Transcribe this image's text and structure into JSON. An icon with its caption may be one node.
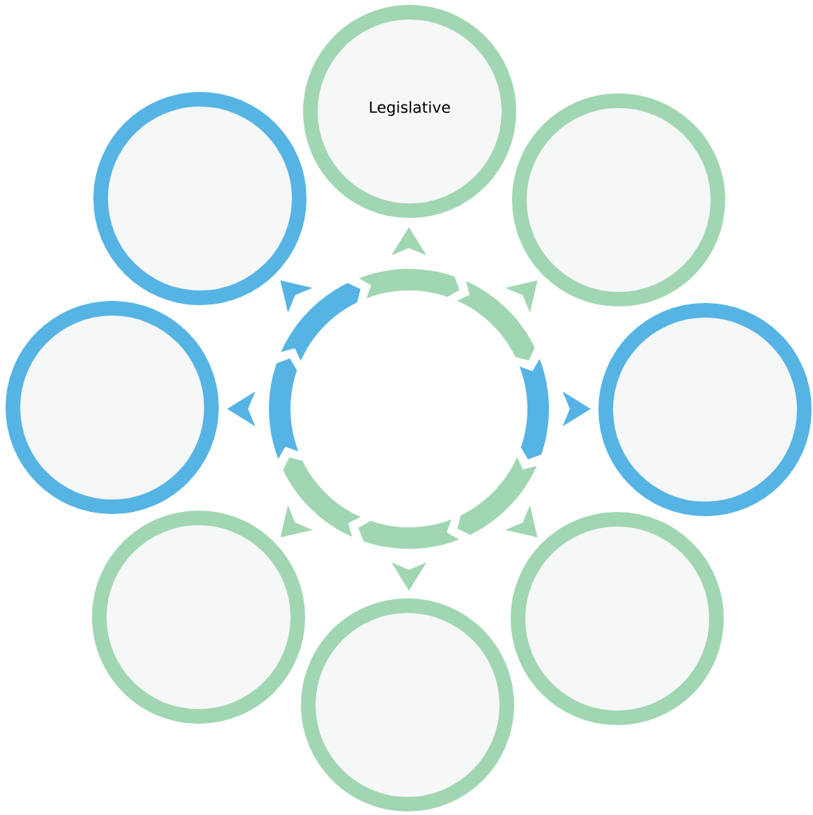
{
  "diagram": {
    "nodes": [
      {
        "text": [
          "Legislative"
        ]
      },
      {
        "text": [],
        "shape": "circle"
      },
      {
        "text": [],
        "shape": "circle"
      },
      {
        "text": [],
        "shape": "circle"
      },
      {
        "text": [],
        "shape": "circle"
      },
      {
        "text": [],
        "shape": "circle"
      },
      {
        "text": [],
        "shape": "circle"
      },
      {
        "text": [],
        "shape": "circle"
      }
    ]
  }
}
